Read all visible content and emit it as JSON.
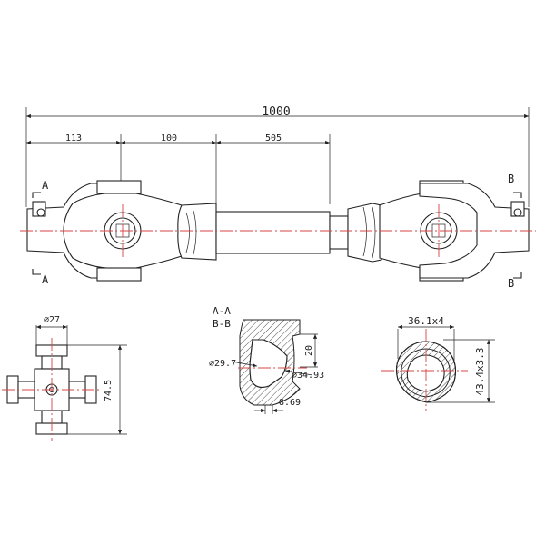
{
  "colors": {
    "line": "#222222",
    "centerline": "#d64545",
    "background": "#ffffff"
  },
  "dimensions": {
    "overall_length": "1000",
    "end_offset": "113",
    "yoke_length": "100",
    "tube_length": "505"
  },
  "section_marks": {
    "left": "A",
    "right": "B"
  },
  "cross": {
    "diameter": "⌀27",
    "length": "74.5"
  },
  "profile_section": {
    "label_a": "A-A",
    "label_b": "B-B",
    "height": "20",
    "inner_diameter": "⌀29.7",
    "outer_diameter": "⌀34.93",
    "wall": "8.69"
  },
  "tube_section": {
    "width": "36.1x4",
    "height": "43.4x3.3"
  }
}
